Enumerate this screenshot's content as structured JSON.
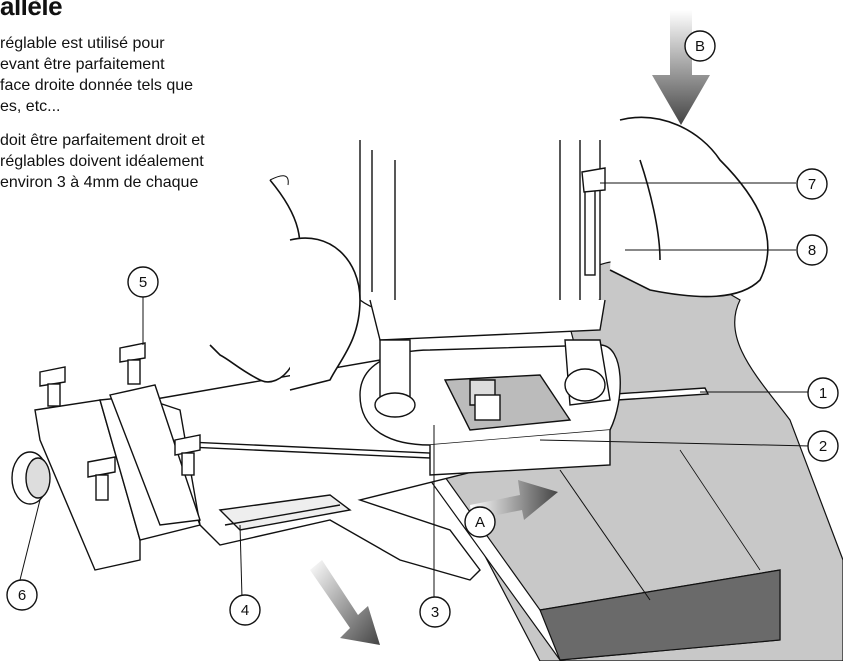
{
  "heading": "allèle",
  "paragraphs": [
    {
      "lines": [
        "réglable est utilisé pour",
        "evant être parfaitement",
        "face droite donnée tels que",
        "es, etc..."
      ]
    },
    {
      "lines": [
        "doit être parfaitement droit et",
        " réglables doivent idéalement",
        "environ 3 à 4mm de chaque"
      ]
    }
  ],
  "callouts": [
    "1",
    "2",
    "3",
    "4",
    "5",
    "6",
    "7",
    "8",
    "A",
    "B"
  ],
  "colors": {
    "ink": "#111111",
    "board": "#c8c8c8",
    "board_edge": "#6a6a6a",
    "arrow": "#555555"
  }
}
